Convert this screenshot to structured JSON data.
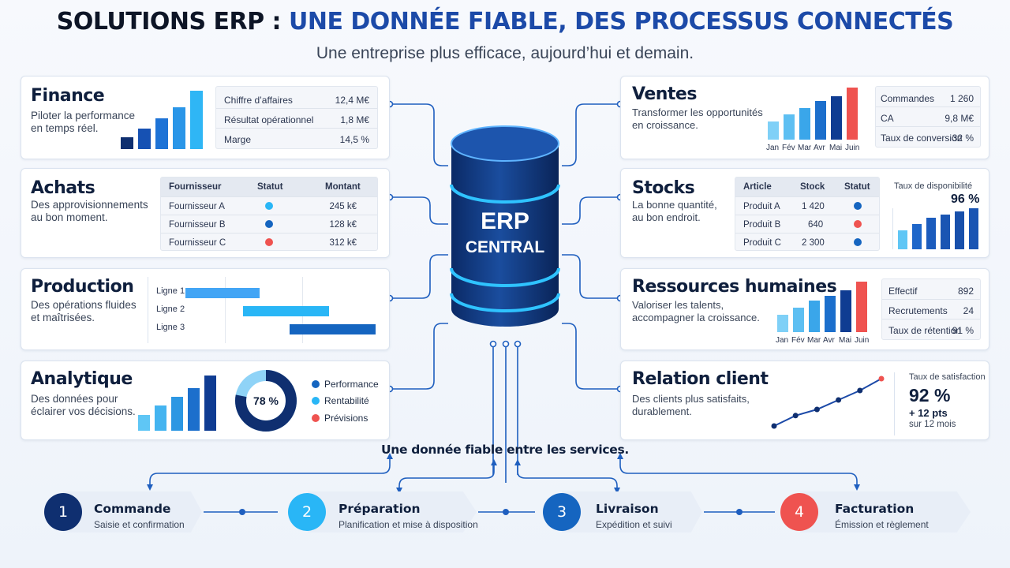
{
  "header": {
    "title_dark": "SOLUTIONS ERP : ",
    "title_blue": "UNE DONNÉE FIABLE, DES PROCESSUS CONNECTÉS",
    "subtitle": "Une entreprise plus efficace, aujourd’hui et demain."
  },
  "colors": {
    "navy": "#0f2f70",
    "blue": "#1565c0",
    "light_blue": "#29b6f6",
    "red": "#ef5350"
  },
  "center": {
    "line1": "ERP",
    "line2": "CENTRAL",
    "icon": "database-cylinder-icon"
  },
  "finance": {
    "title": "Finance",
    "desc1": "Piloter la performance",
    "desc2": "en temps réel.",
    "bars": [
      15,
      25,
      38,
      52,
      72
    ],
    "rows": [
      {
        "k": "Chiffre d’affaires",
        "v": "12,4 M€"
      },
      {
        "k": "Résultat opérationnel",
        "v": "1,8 M€"
      },
      {
        "k": "Marge",
        "v": "14,5 %"
      }
    ]
  },
  "achats": {
    "title": "Achats",
    "desc1": "Des approvisionnements",
    "desc2": "au bon moment.",
    "headers": [
      "Fournisseur",
      "Statut",
      "Montant"
    ],
    "rows": [
      {
        "name": "Fournisseur A",
        "status": "light_blue",
        "amount": "245 k€"
      },
      {
        "name": "Fournisseur B",
        "status": "blue",
        "amount": "128 k€"
      },
      {
        "name": "Fournisseur C",
        "status": "red",
        "amount": "312 k€"
      }
    ]
  },
  "production": {
    "title": "Production",
    "desc1": "Des opérations fluides",
    "desc2": "et maîtrisées.",
    "lines": [
      {
        "label": "Ligne 1",
        "start": 0.09,
        "end": 0.41,
        "color": "#42a5f5"
      },
      {
        "label": "Ligne 2",
        "start": 0.34,
        "end": 0.71,
        "color": "#29b6f6"
      },
      {
        "label": "Ligne 3",
        "start": 0.54,
        "end": 0.91,
        "color": "#1565c0"
      }
    ]
  },
  "analytique": {
    "title": "Analytique",
    "desc1": "Des données pour",
    "desc2": "éclairer vos décisions.",
    "bars": [
      18,
      28,
      38,
      48,
      62
    ],
    "donut_value": 78,
    "donut_label": "78 %",
    "legend": [
      {
        "label": "Performance",
        "color": "blue"
      },
      {
        "label": "Rentabilité",
        "color": "light_blue"
      },
      {
        "label": "Prévisions",
        "color": "red"
      }
    ]
  },
  "ventes": {
    "title": "Ventes",
    "desc1": "Transformer les opportunités",
    "desc2": "en croissance.",
    "months": [
      "Jan",
      "Fév",
      "Mar",
      "Avr",
      "Mai",
      "Juin"
    ],
    "bars": [
      22,
      30,
      38,
      46,
      52,
      62
    ],
    "rows": [
      {
        "k": "Commandes",
        "v": "1 260"
      },
      {
        "k": "CA",
        "v": "9,8 M€"
      },
      {
        "k": "Taux de conversion",
        "v": "32 %"
      }
    ]
  },
  "stocks": {
    "title": "Stocks",
    "desc1": "La bonne quantité,",
    "desc2": "au bon endroit.",
    "headers": [
      "Article",
      "Stock",
      "Statut"
    ],
    "rows": [
      {
        "name": "Produit A",
        "stock": "1 420",
        "status": "blue"
      },
      {
        "name": "Produit B",
        "stock": "640",
        "status": "red"
      },
      {
        "name": "Produit C",
        "stock": "2 300",
        "status": "blue"
      }
    ],
    "kpi_label": "Taux de disponibilité",
    "kpi_value": "96 %",
    "bars": [
      24,
      32,
      40,
      44,
      48,
      52
    ]
  },
  "rh": {
    "title": "Ressources humaines",
    "desc1": "Valoriser les talents,",
    "desc2": "accompagner la croissance.",
    "months": [
      "Jan",
      "Fév",
      "Mar",
      "Avr",
      "Mai",
      "Juin"
    ],
    "bars": [
      20,
      28,
      36,
      42,
      48,
      58
    ],
    "rows": [
      {
        "k": "Effectif",
        "v": "892"
      },
      {
        "k": "Recrutements",
        "v": "24"
      },
      {
        "k": "Taux de rétention",
        "v": "91 %"
      }
    ]
  },
  "client": {
    "title": "Relation client",
    "desc1": "Des clients plus satisfaits,",
    "desc2": "durablement.",
    "trend": [
      0.0,
      0.22,
      0.35,
      0.55,
      0.75,
      1.0
    ],
    "kpi_label": "Taux de satisfaction",
    "kpi_value": "92 %",
    "delta": "+ 12 pts",
    "period": "sur 12 mois"
  },
  "bottom": {
    "caption": "Une donnée fiable entre les services.",
    "steps": [
      {
        "num": "1",
        "title": "Commande",
        "sub": "Saisie et confirmation",
        "color": "navy"
      },
      {
        "num": "2",
        "title": "Préparation",
        "sub": "Planification et mise à disposition",
        "color": "light_blue"
      },
      {
        "num": "3",
        "title": "Livraison",
        "sub": "Expédition et suivi",
        "color": "blue"
      },
      {
        "num": "4",
        "title": "Facturation",
        "sub": "Émission et règlement",
        "color": "red"
      }
    ]
  }
}
